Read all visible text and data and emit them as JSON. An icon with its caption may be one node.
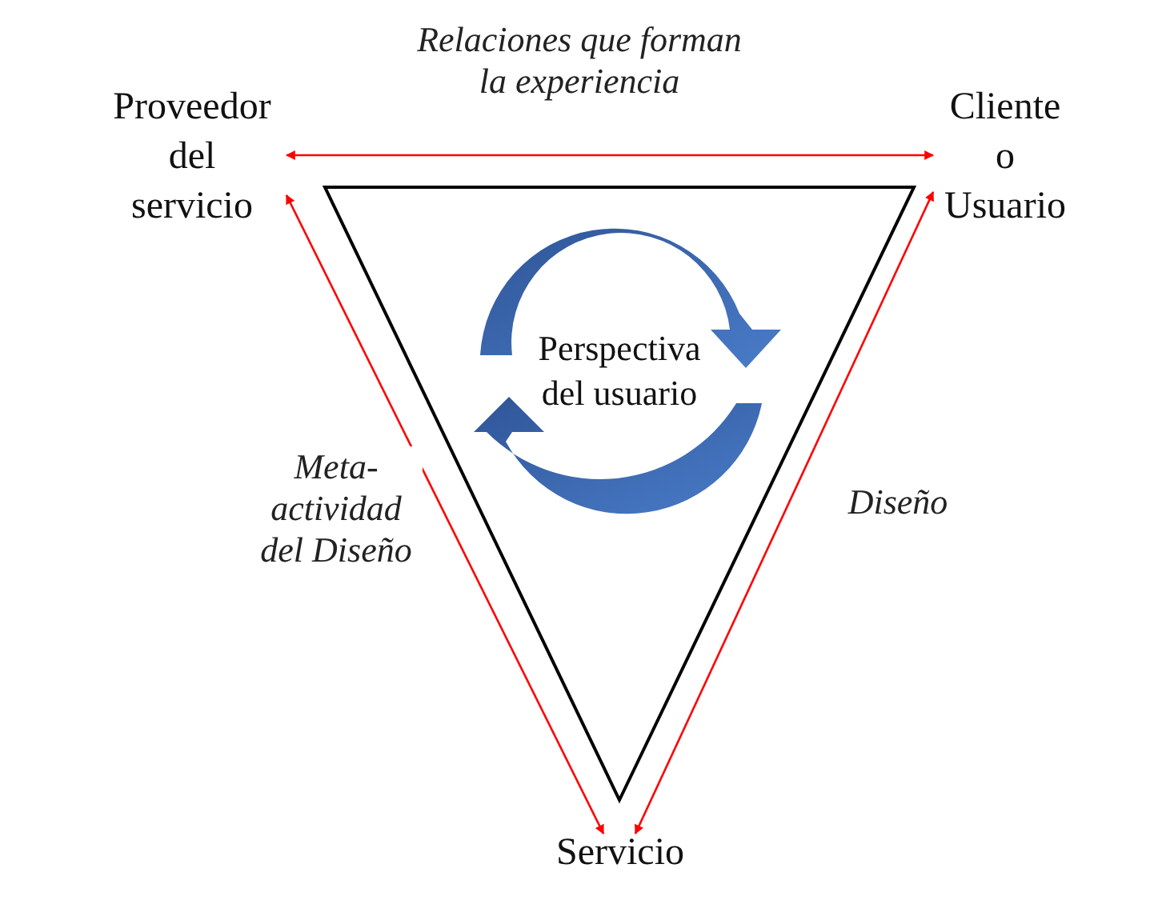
{
  "diagram": {
    "nodes": [
      {
        "text": [
          "Proveedor del servicio"
        ]
      },
      {
        "text": [
          "Cliente o Usuario"
        ]
      },
      {
        "text": [
          "Servicio"
        ]
      },
      {
        "text": [
          "Perspectiva del usuario"
        ]
      }
    ],
    "edges": [
      {
        "from": 0,
        "to": 1,
        "arrow": "both",
        "label": "Relaciones que forman la experiencia"
      },
      {
        "from": 0,
        "to": 2,
        "arrow": "both",
        "label": "Meta-actividad del Diseño"
      },
      {
        "from": 1,
        "to": 2,
        "arrow": "both",
        "label": "Diseño"
      }
    ]
  }
}
